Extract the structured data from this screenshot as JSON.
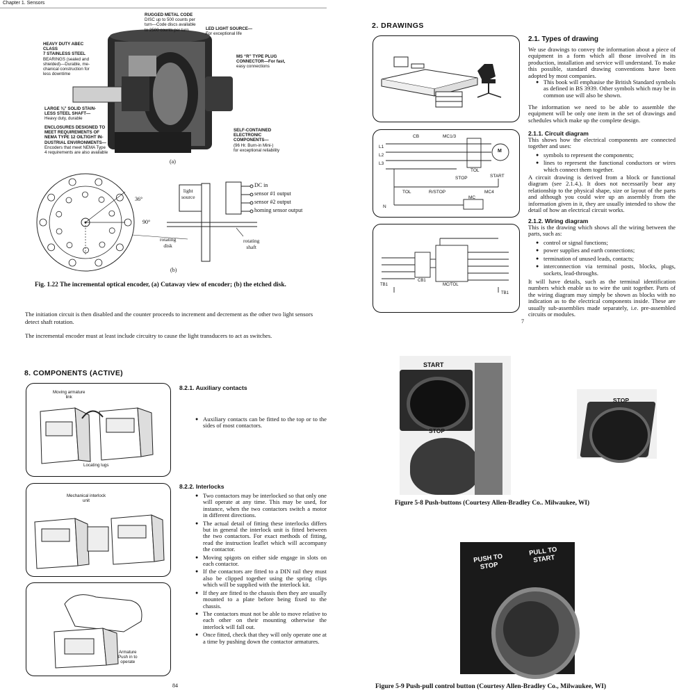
{
  "chapter_header": "Chapter 1. Sensors",
  "encoder": {
    "callouts": {
      "rugged": [
        "RUGGED METAL CODE",
        "DISC up to 500 counts per",
        "turn—Code discs available",
        "to 2500 counts per turn"
      ],
      "led": [
        "LED LIGHT SOURCE—",
        "For exceptional life"
      ],
      "bearings": [
        "HEAVY DUTY ABEC CLASS",
        "7 STAINLESS STEEL",
        "BEARINGS (sealed and",
        "shielded)—Durable, me-",
        "chanical construction for",
        "less downtime"
      ],
      "ms": [
        "MS “R” TYPE PLUG",
        "CONNECTOR—For fast,",
        "easy connections"
      ],
      "shaft": [
        "LARGE ⅜” SOLID STAIN-",
        "LESS STEEL SHAFT—",
        "Heavy duty, durable"
      ],
      "enclosure": [
        "ENCLOSURES DESIGNED TO",
        "MEET REQUIREMENTS OF",
        "NEMA TYPE 12 OILTIGHT IN-",
        "DUSTRIAL ENVIRONMENTS—",
        "Encoders that meet NEMA Type",
        "4 requirements are also available"
      ],
      "electronic": [
        "SELF-CONTAINED",
        "ELECTRONIC",
        "COMPONENTS—",
        "(96 Hr. Burn-in Mini-)",
        "for exceptional reliability"
      ]
    },
    "label_a": "(a)",
    "label_b": "(b)",
    "disk_labels": {
      "angle1": "36°",
      "angle2": "90°",
      "light_source": [
        "light",
        "source"
      ],
      "dc_in": "DC in",
      "sensor1": "sensor #1 output",
      "sensor2": "sensor #2 output",
      "homing": "homing sensor output",
      "rotating_disk": [
        "rotating",
        "disk"
      ],
      "rotating_shaft": [
        "rotating",
        "shaft"
      ]
    },
    "caption": "Fig. 1.22 The incremental optical encoder, (a) Cutaway view of encoder; (b) the etched disk.",
    "para1": "The initiation circuit is then disabled and the counter proceeds to increment and decrement as the other two light sensors detect shaft rotation.",
    "para2": "The incremental encoder must at least include circuitry to cause the light transducers to act as switches."
  },
  "drawings": {
    "heading": "2. DRAWINGS",
    "s21_title": "2.1. Types of drawing",
    "s21_body": "We use drawings to convey the information about a piece of equipment in a form which all those involved in its production, installation and service will understand. To make this possible, standard drawing conventions have been adopted by most companies.",
    "s21_bullet": "This book will emphasise the British Standard symbols as defined in BS 3939. Other symbols which may be in common use will also be shown.",
    "s21_body2": "The information we need to be able to assemble the equipment will be only one item in the set of drawings and schedules which make up the complete design.",
    "s211_title": "2.1.1. Circuit diagram",
    "s211_body": "This shows how the electrical components are connected together and uses:",
    "s211_bullets": [
      "symbols to represent the components;",
      "lines to represent the functional conductors or wires which connect them together."
    ],
    "s211_body2": "A circuit drawing is derived from a block or functional diagram (see 2.1.4.). It does not necessarily bear any relationship to the physical shape, size or layout of the parts and although you could wire up an assembly from the information given in it, they are usually intended to show the detail of how an electrical circuit works.",
    "s212_title": "2.1.2. Wiring diagram",
    "s212_body": "This is the drawing which shows all the wiring between the parts, such as:",
    "s212_bullets": [
      "control or signal functions;",
      "power supplies and earth connections;",
      "termination of unused leads, contacts;",
      "interconnection via terminal posts, blocks, plugs, sockets, lead-throughs."
    ],
    "s212_body2": "It will have details, such as the terminal identification numbers which enable us to wire the unit together. Parts of the wiring diagram may simply be shown as blocks with no indication as to the electrical components inside. These are usually sub-assemblies made separately, i.e. pre-assembled circuits or modules.",
    "page_number": "7",
    "circuit_labels": {
      "cb": "CB",
      "mc": "MC1/3",
      "l1": "L1",
      "l2": "L2",
      "l3": "L3",
      "m": "M",
      "tol": "TOL",
      "stop": "STOP",
      "start": "START",
      "rstop": "R/STOP",
      "mc2": "MC",
      "mc4": "MC4",
      "n": "N"
    },
    "wiring_labels": {
      "cb1": "CB1",
      "mctol": "MC/TOL",
      "tb1": "TB1"
    }
  },
  "components": {
    "heading": "8. COMPONENTS (ACTIVE)",
    "s821_title": "8.2.1. Auxiliary contacts",
    "s821_bullet": "Auxiliary contacts can be fitted to the top or to the sides of most contactors.",
    "fig1_labels": {
      "moving": "Moving armature",
      "link": "link",
      "locating": "Locating lugs"
    },
    "s822_title": "8.2.2. Interlocks",
    "s822_bullets": [
      "Two contactors may be interlocked so that only one will operate at any time. This may be used, for instance, when the two contactors switch a motor in different directions.",
      "The actual detail of fitting these interlocks differs but in general the interlock unit is fitted between the two contactors. For exact methods of fitting, read the instruction leaflet which will accompany the contactor.",
      "Moving spigots on either side engage in slots on each contactor.",
      "If the contactors are fitted to a DIN rail they must also be clipped together using the spring clips which will be supplied with the interlock kit.",
      "If they are fitted to the chassis then they are usually mounted to a plate before being fixed to the chassis.",
      "The contactors must not be able to move relative to each other on their mounting otherwise the interlock will fall out.",
      "Once fitted, check that they will only operate one at a time by pushing down the contactor armatures."
    ],
    "fig2_labels": {
      "mech": "Mechanical interlock",
      "unit": "unit"
    },
    "fig3_labels": {
      "armature": [
        "Armature",
        "Push in to",
        "operate"
      ]
    },
    "page_number": "84"
  },
  "pushbuttons": {
    "start": "START",
    "stop1": "STOP",
    "stop2": "STOP",
    "caption1": "Figure 5-8 Push-buttons (Courtesy Allen-Bradley Co.. Milwaukee, WI)",
    "push_to_stop": [
      "PUSH TO",
      "STOP"
    ],
    "pull_to_start": [
      "PULL TO",
      "START"
    ],
    "caption2": "Figure 5-9 Push-pull control button (Courtesy Allen-Bradley Co., Milwaukee, WI)"
  }
}
